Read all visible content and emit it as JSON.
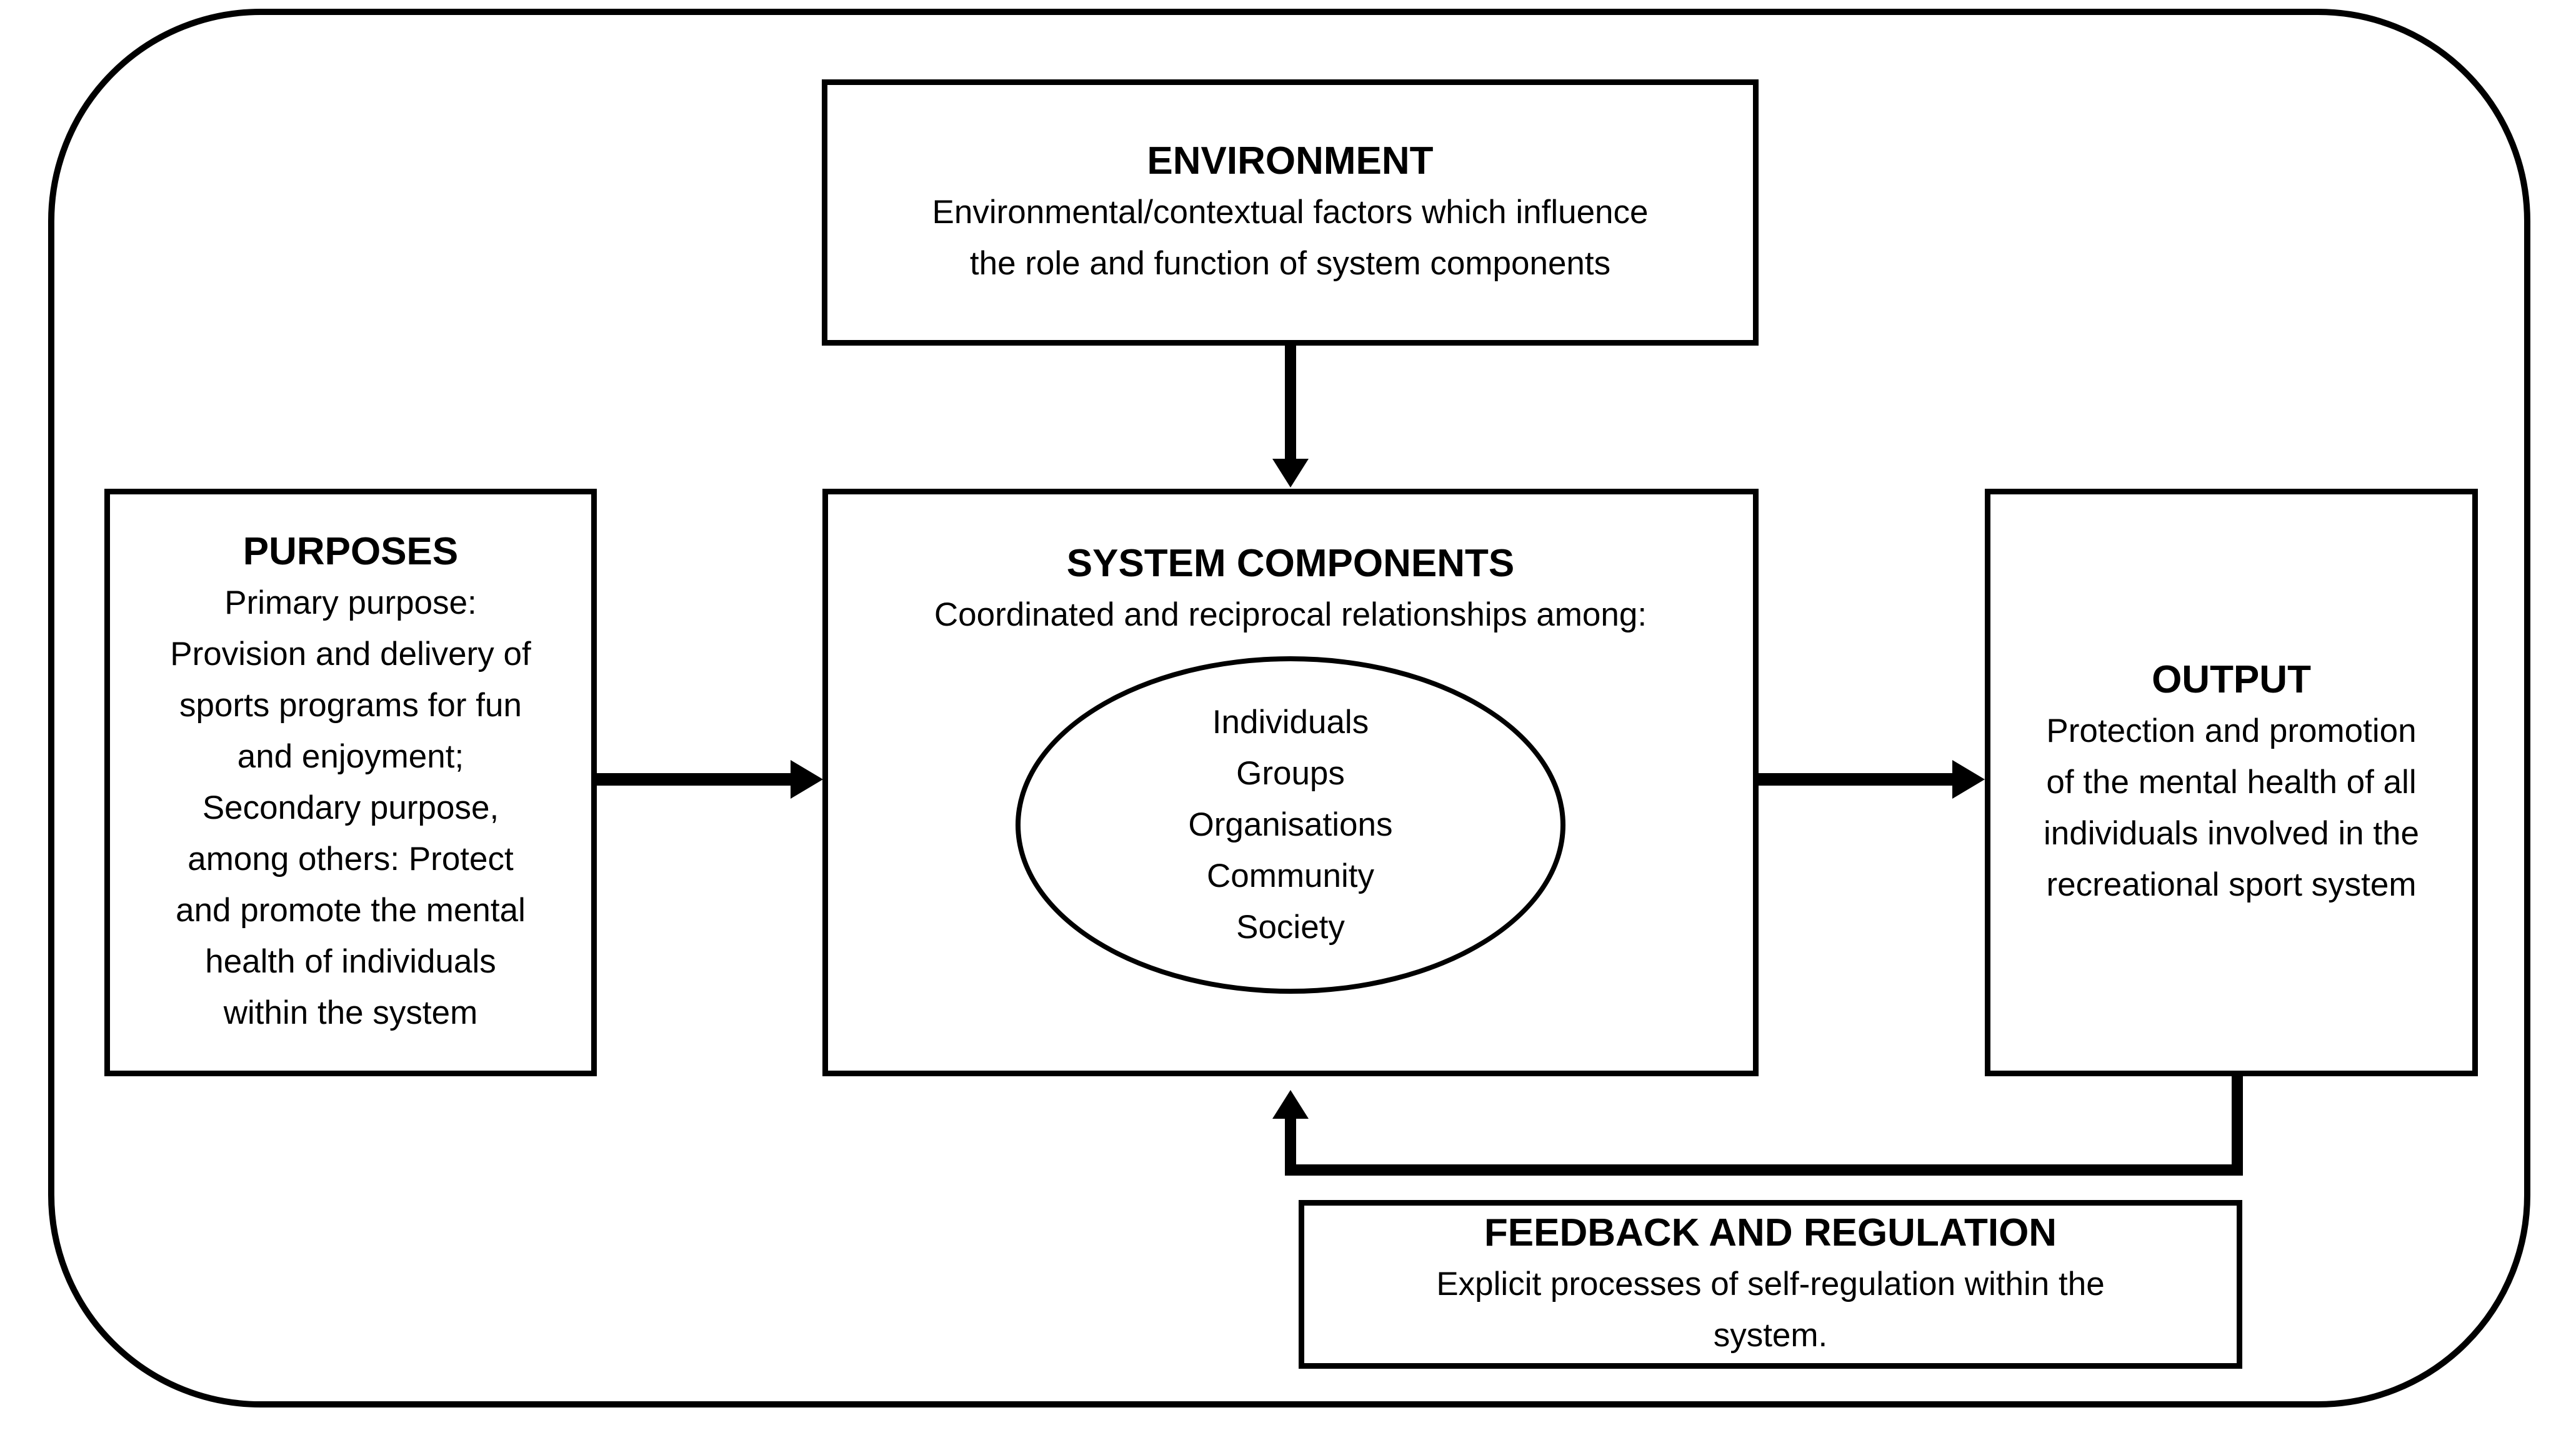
{
  "diagram": {
    "colors": {
      "ink": "#000000",
      "paper": "#ffffff"
    },
    "environment": {
      "title": "ENVIRONMENT",
      "lines": [
        "Environmental/contextual factors which influence",
        "the role and function of system components"
      ]
    },
    "purposes": {
      "title": "PURPOSES",
      "lines": [
        "Primary purpose:",
        "Provision and delivery of",
        "sports programs for fun",
        "and enjoyment;",
        "Secondary purpose,",
        "among others: Protect",
        "and promote the mental",
        "health of individuals",
        "within the system"
      ]
    },
    "system_components": {
      "title": "SYSTEM COMPONENTS",
      "subtitle": "Coordinated and reciprocal relationships among:",
      "ellipse_items": [
        "Individuals",
        "Groups",
        "Organisations",
        "Community",
        "Society"
      ]
    },
    "output": {
      "title": "OUTPUT",
      "lines": [
        "Protection and promotion",
        "of the mental health of all",
        "individuals involved in the",
        "recreational sport system"
      ]
    },
    "feedback": {
      "title": "FEEDBACK AND REGULATION",
      "lines": [
        "Explicit processes of self-regulation within the",
        "system."
      ]
    }
  }
}
